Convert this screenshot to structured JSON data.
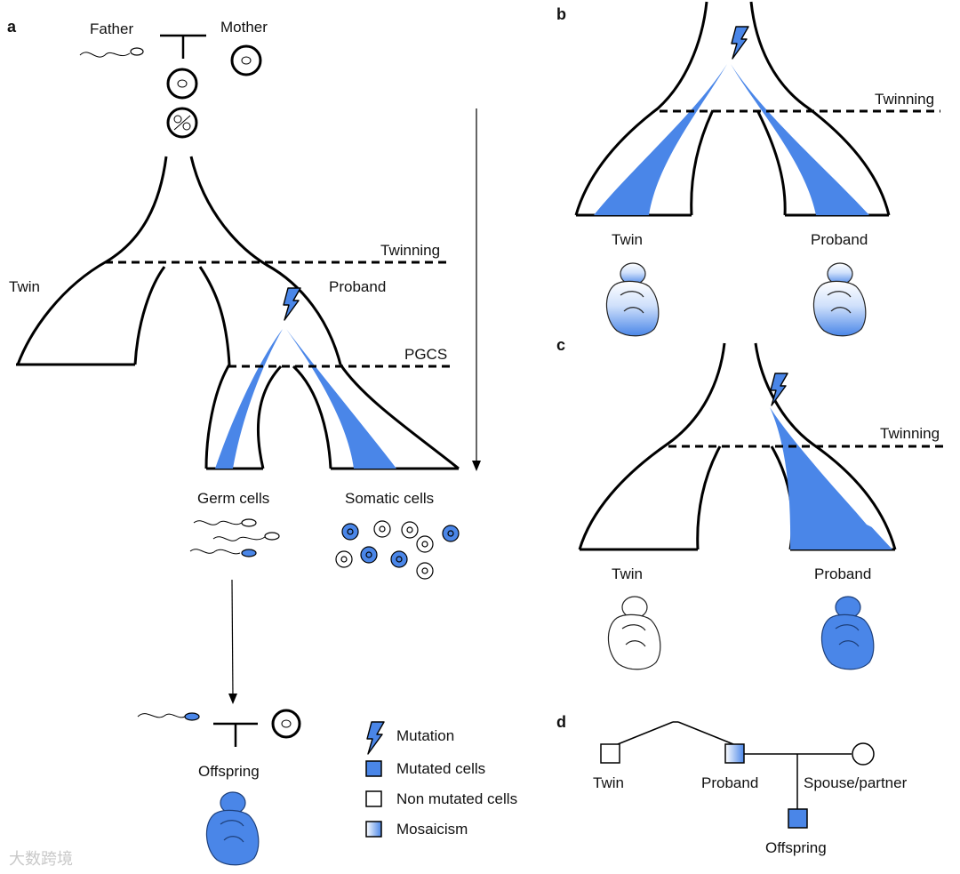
{
  "panels": {
    "a": "a",
    "b": "b",
    "c": "c",
    "d": "d"
  },
  "colors": {
    "mutated": "#4a86e8",
    "outline": "#000000",
    "light": "#e3edfb"
  },
  "panel_a": {
    "father": "Father",
    "mother": "Mother",
    "twinning": "Twinning",
    "twin": "Twin",
    "proband": "Proband",
    "pgcs": "PGCS",
    "germ_cells": "Germ cells",
    "somatic_cells": "Somatic cells",
    "offspring": "Offspring"
  },
  "legend": {
    "mutation": "Mutation",
    "mutated_cells": "Mutated cells",
    "non_mutated_cells": "Non mutated cells",
    "mosaicism": "Mosaicism"
  },
  "panel_b": {
    "twinning": "Twinning",
    "twin": "Twin",
    "proband": "Proband"
  },
  "panel_c": {
    "twinning": "Twinning",
    "twin": "Twin",
    "proband": "Proband"
  },
  "panel_d": {
    "twin": "Twin",
    "proband": "Proband",
    "spouse": "Spouse/partner",
    "offspring": "Offspring"
  },
  "watermark": "大数跨境"
}
